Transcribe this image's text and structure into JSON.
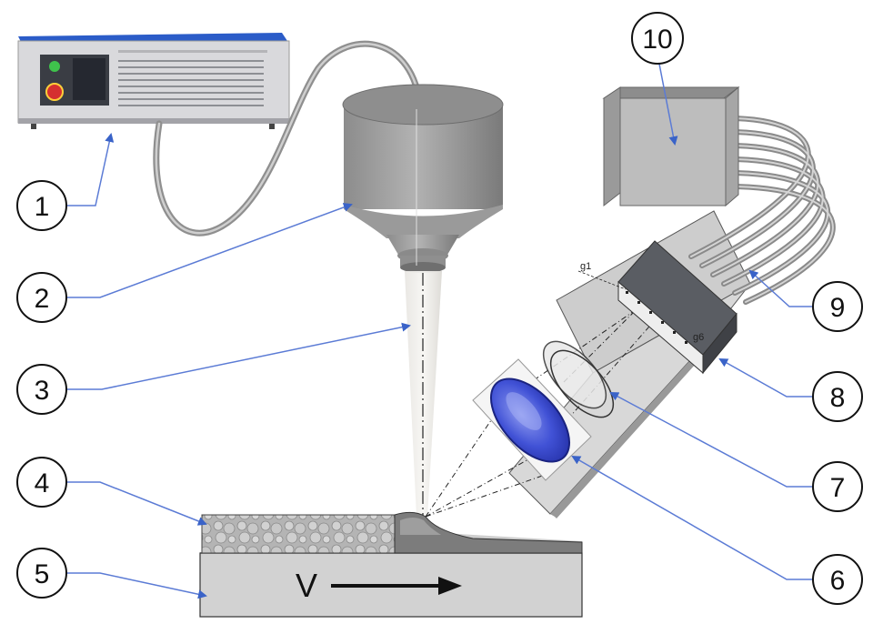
{
  "callouts": [
    {
      "id": "1",
      "label": "1"
    },
    {
      "id": "2",
      "label": "2"
    },
    {
      "id": "3",
      "label": "3"
    },
    {
      "id": "4",
      "label": "4"
    },
    {
      "id": "5",
      "label": "5"
    },
    {
      "id": "6",
      "label": "6"
    },
    {
      "id": "7",
      "label": "7"
    },
    {
      "id": "8",
      "label": "8"
    },
    {
      "id": "9",
      "label": "9"
    },
    {
      "id": "10",
      "label": "10"
    }
  ],
  "fiber_labels": {
    "first": "g1",
    "last": "g6"
  },
  "motion_label": "V",
  "colors": {
    "leader_line": "#5b7bd5",
    "arrow_head": "#3a63c8",
    "lens_blue": "#3949c9",
    "device_body": "#b9b9b9",
    "device_front": "#3f4146"
  }
}
